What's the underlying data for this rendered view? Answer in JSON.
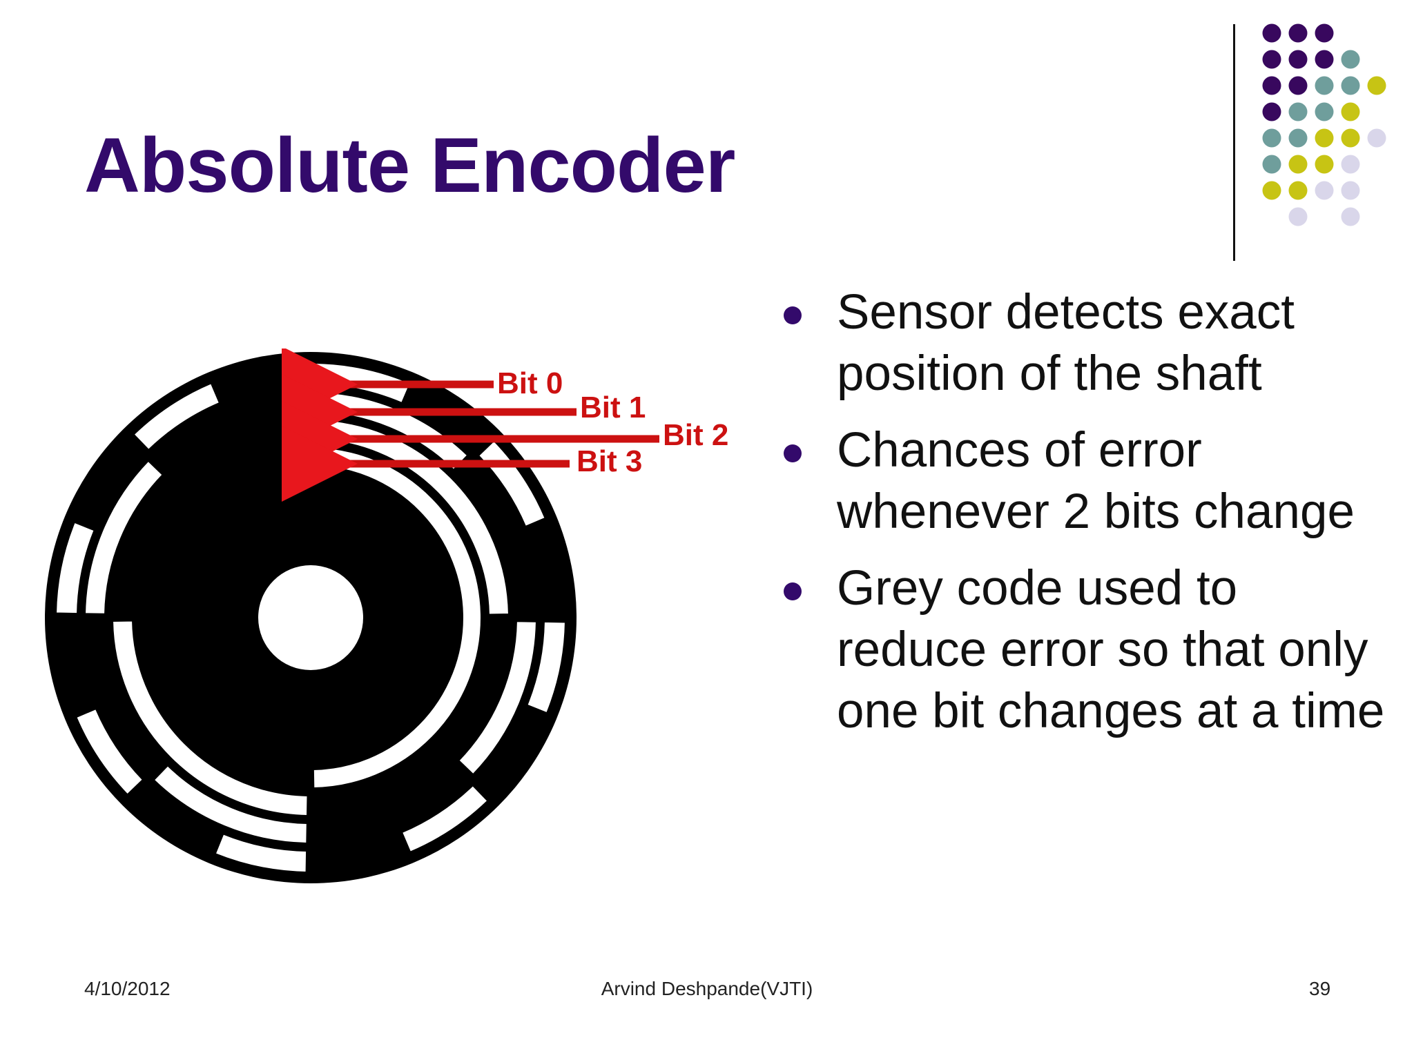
{
  "slide": {
    "title": "Absolute Encoder",
    "bullets": [
      "Sensor detects exact position of the shaft",
      "Chances of error whenever 2 bits change",
      "Grey code used to reduce error so that only one bit changes at a time"
    ],
    "footer": {
      "date": "4/10/2012",
      "author": "Arvind Deshpande(VJTI)",
      "page": "39"
    }
  },
  "diagram": {
    "labels": [
      "Bit 0",
      "Bit 1",
      "Bit 2",
      "Bit 3"
    ],
    "label_color": "#cc1111"
  },
  "colors": {
    "title": "#330a6b",
    "bullet": "#330a6b",
    "dot_purple": "#38085e",
    "dot_teal": "#6f9e9c",
    "dot_yellow": "#c7c414",
    "dot_lavender": "#d9d6ea"
  }
}
